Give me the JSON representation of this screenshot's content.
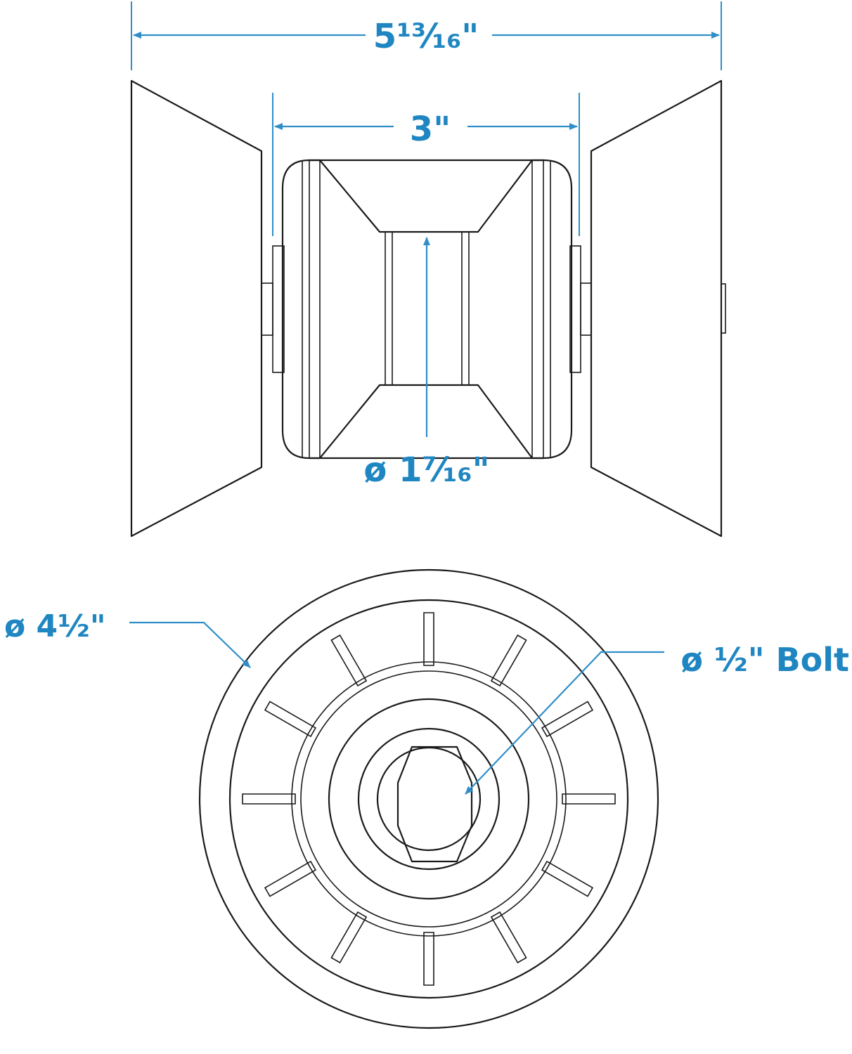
{
  "colors": {
    "dimension": "#2f8ec8",
    "outline": "#1a1a1a",
    "background": "#ffffff"
  },
  "side_view": {
    "overall_width_label": "5¹³⁄₁₆\"",
    "inner_width_label": "3\"",
    "center_diameter_label": "ø 1⁷⁄₁₆\""
  },
  "end_view": {
    "outer_diameter_label": "ø 4½\"",
    "bolt_label": "ø ½\" Bolt"
  }
}
